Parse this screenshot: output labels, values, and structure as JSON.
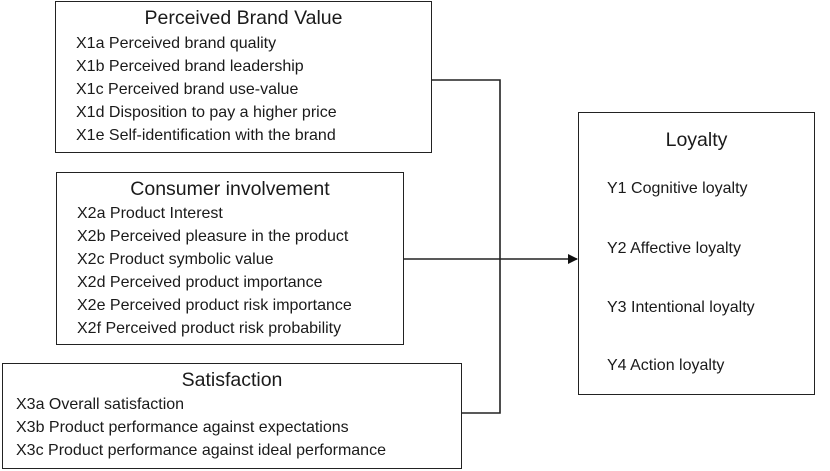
{
  "boxes": {
    "brand_value": {
      "title": "Perceived Brand Value",
      "items": [
        "X1a Perceived brand quality",
        "X1b Perceived brand leadership",
        "X1c Perceived brand use-value",
        "X1d Disposition to pay a higher price",
        "X1e Self-identification with the brand"
      ]
    },
    "involvement": {
      "title": "Consumer involvement",
      "items": [
        "X2a Product Interest",
        "X2b Perceived pleasure in the product",
        "X2c Product symbolic value",
        "X2d Perceived product importance",
        "X2e Perceived product risk importance",
        "X2f Perceived product risk probability"
      ]
    },
    "satisfaction": {
      "title": "Satisfaction",
      "items": [
        "X3a Overall satisfaction",
        "X3b Product performance against expectations",
        "X3c Product performance against ideal performance"
      ]
    },
    "loyalty": {
      "title": "Loyalty",
      "items": [
        "Y1 Cognitive loyalty",
        "Y2 Affective loyalty",
        "Y3 Intentional loyalty",
        "Y4 Action loyalty"
      ]
    }
  }
}
